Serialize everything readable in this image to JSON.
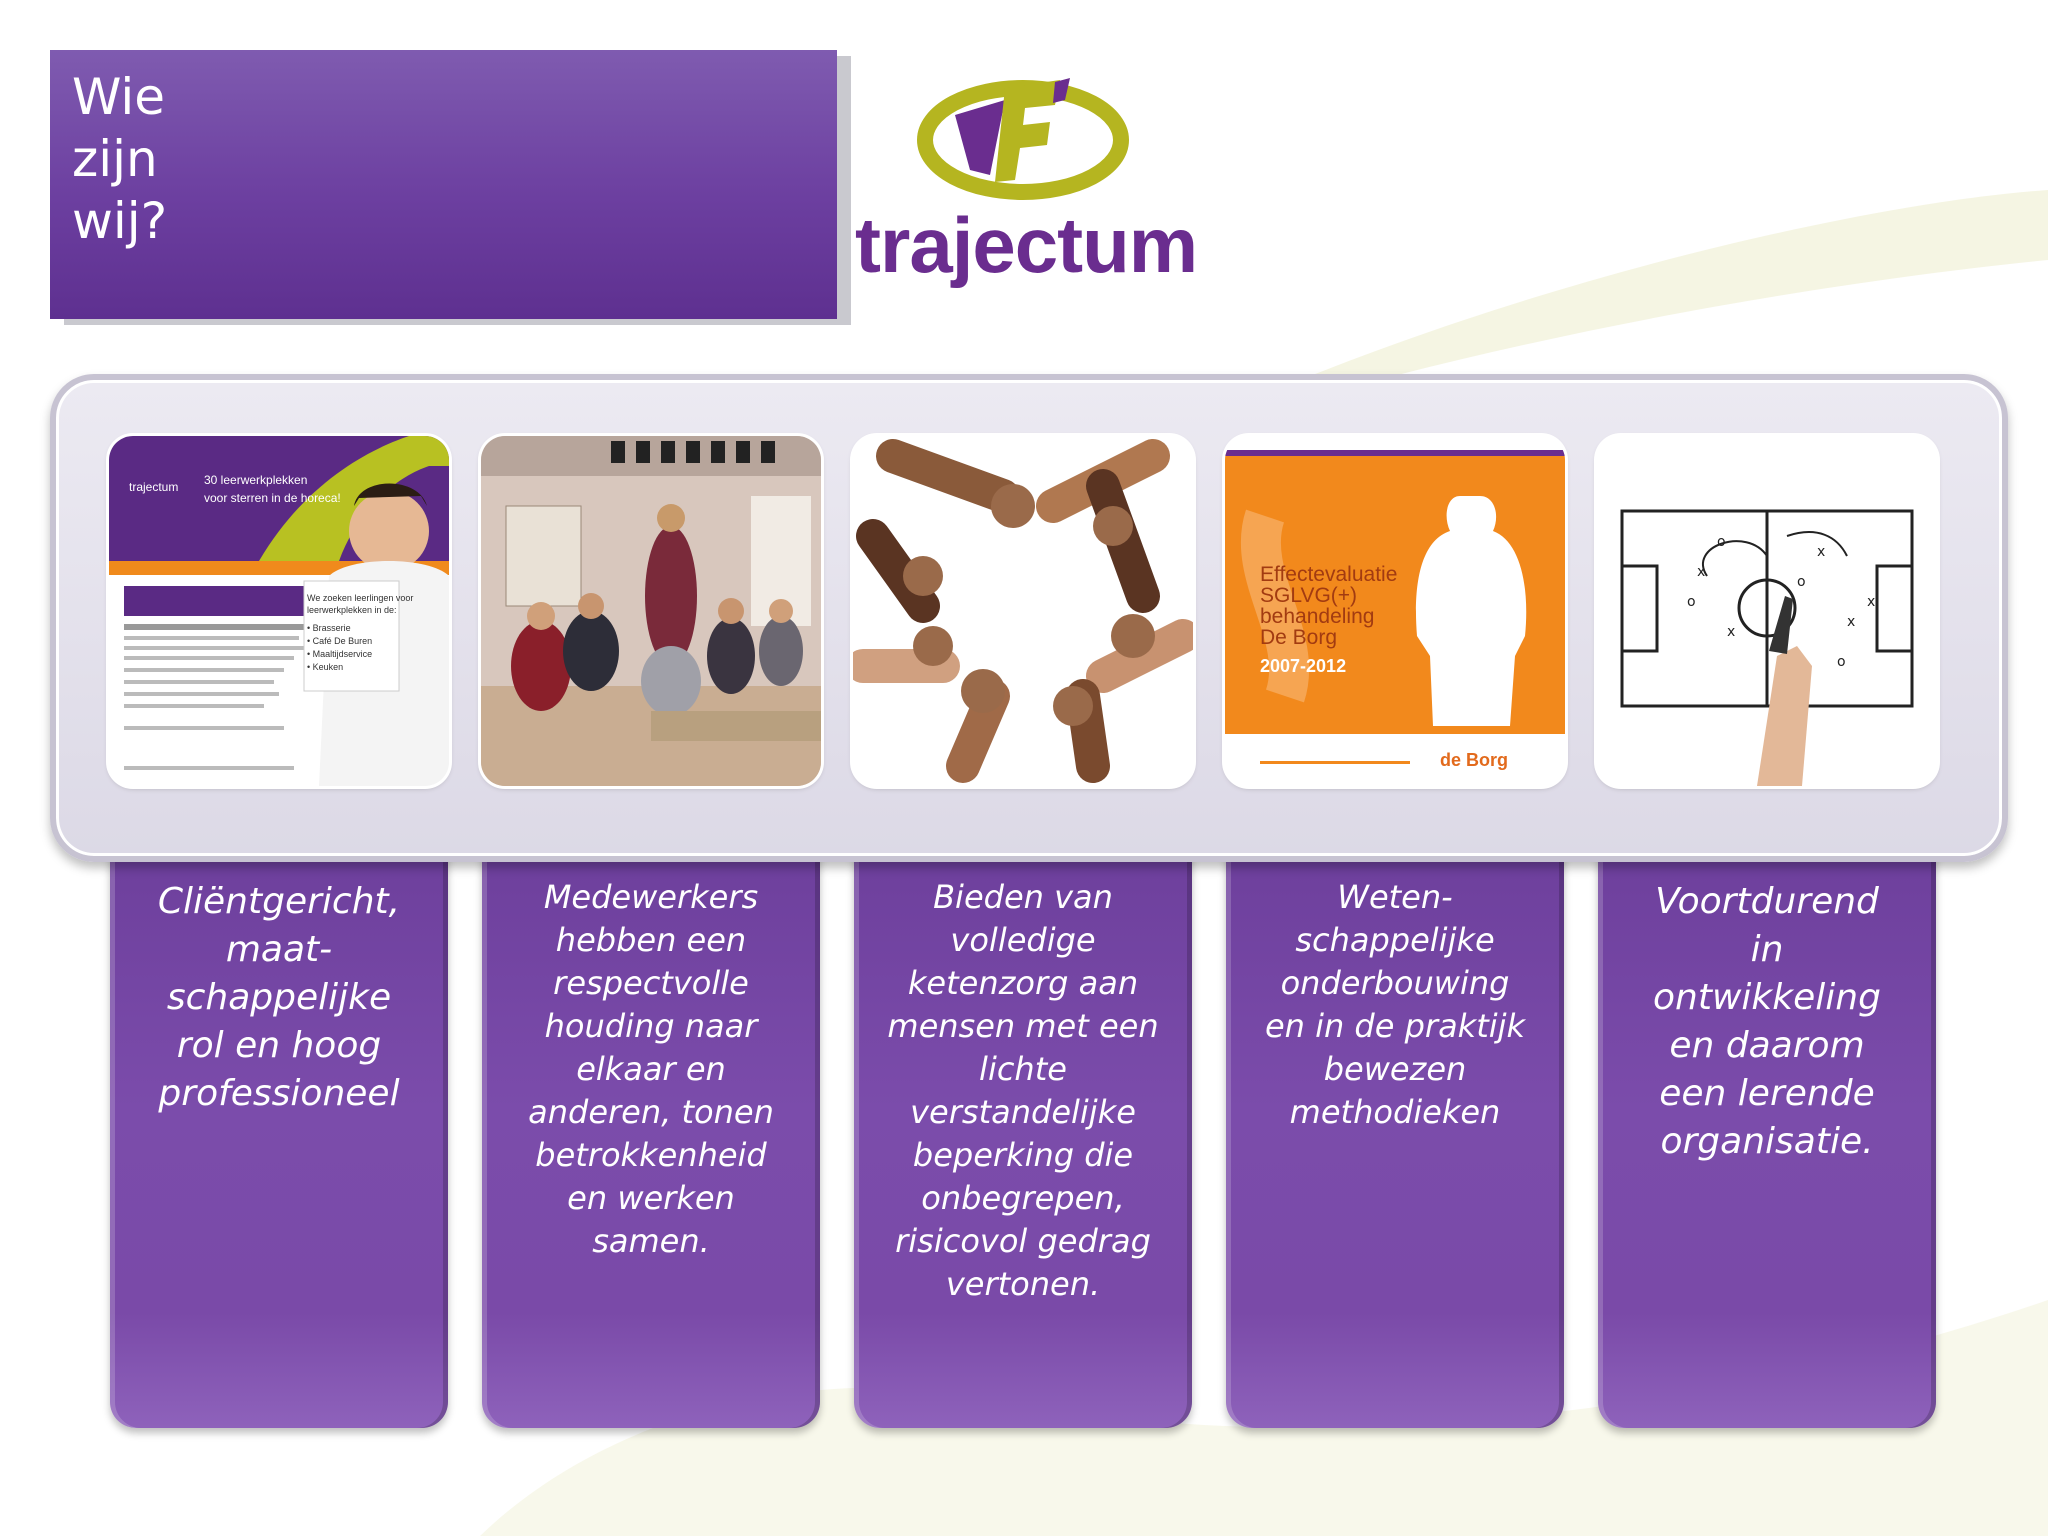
{
  "slide": {
    "title": "Wie\nzijn\nwij?",
    "logo_text": "trajectum"
  },
  "pictures": [
    {
      "name": "brochure",
      "heading": "30 leerwerkplekken\nvoor sterren in de horeca!",
      "brand": "trajectum",
      "list_heading": "We zoeken leerlingen voor\nleerwerkplekken in de:",
      "list_items": [
        "• Brasserie",
        "• Café De Buren",
        "• Maaltijdservice",
        "• Keuken"
      ]
    },
    {
      "name": "meeting-photo"
    },
    {
      "name": "linked-hands-photo"
    },
    {
      "name": "report-cover",
      "title_lines": [
        "Effectevaluatie",
        "SGLVG(+)",
        "behandeling",
        "De Borg"
      ],
      "years": "2007-2012",
      "brand": "de Borg"
    },
    {
      "name": "tactics-board-photo"
    }
  ],
  "columns": [
    {
      "text": "Cliëntgericht,\nmaat-\nschappelijke\nrol en hoog\nprofessioneel",
      "size": "big"
    },
    {
      "text": "Medewerkers\nhebben een\nrespectvolle\nhouding naar\nelkaar en\nanderen, tonen\nbetrokkenheid\nen werken\nsamen.",
      "size": "small"
    },
    {
      "text": "Bieden van\nvolledige\nketenzorg aan\nmensen met een\nlichte\nverstandelijke\nbeperking die\nonbegrepen,\nrisicovol gedrag\nvertonen.",
      "size": "small"
    },
    {
      "text": "Weten-\nschappelijke\nonderbouwing\nen in de praktijk\nbewezen\nmethodieken",
      "size": "small"
    },
    {
      "text": "Voortdurend\nin\nontwikkeling\nen daarom\neen lerende\norganisatie.",
      "size": "big"
    }
  ],
  "colors": {
    "purple": "#6c3fa0",
    "logo_purple": "#6a2d8f",
    "logo_green": "#b5b520",
    "orange": "#f08a1c"
  }
}
